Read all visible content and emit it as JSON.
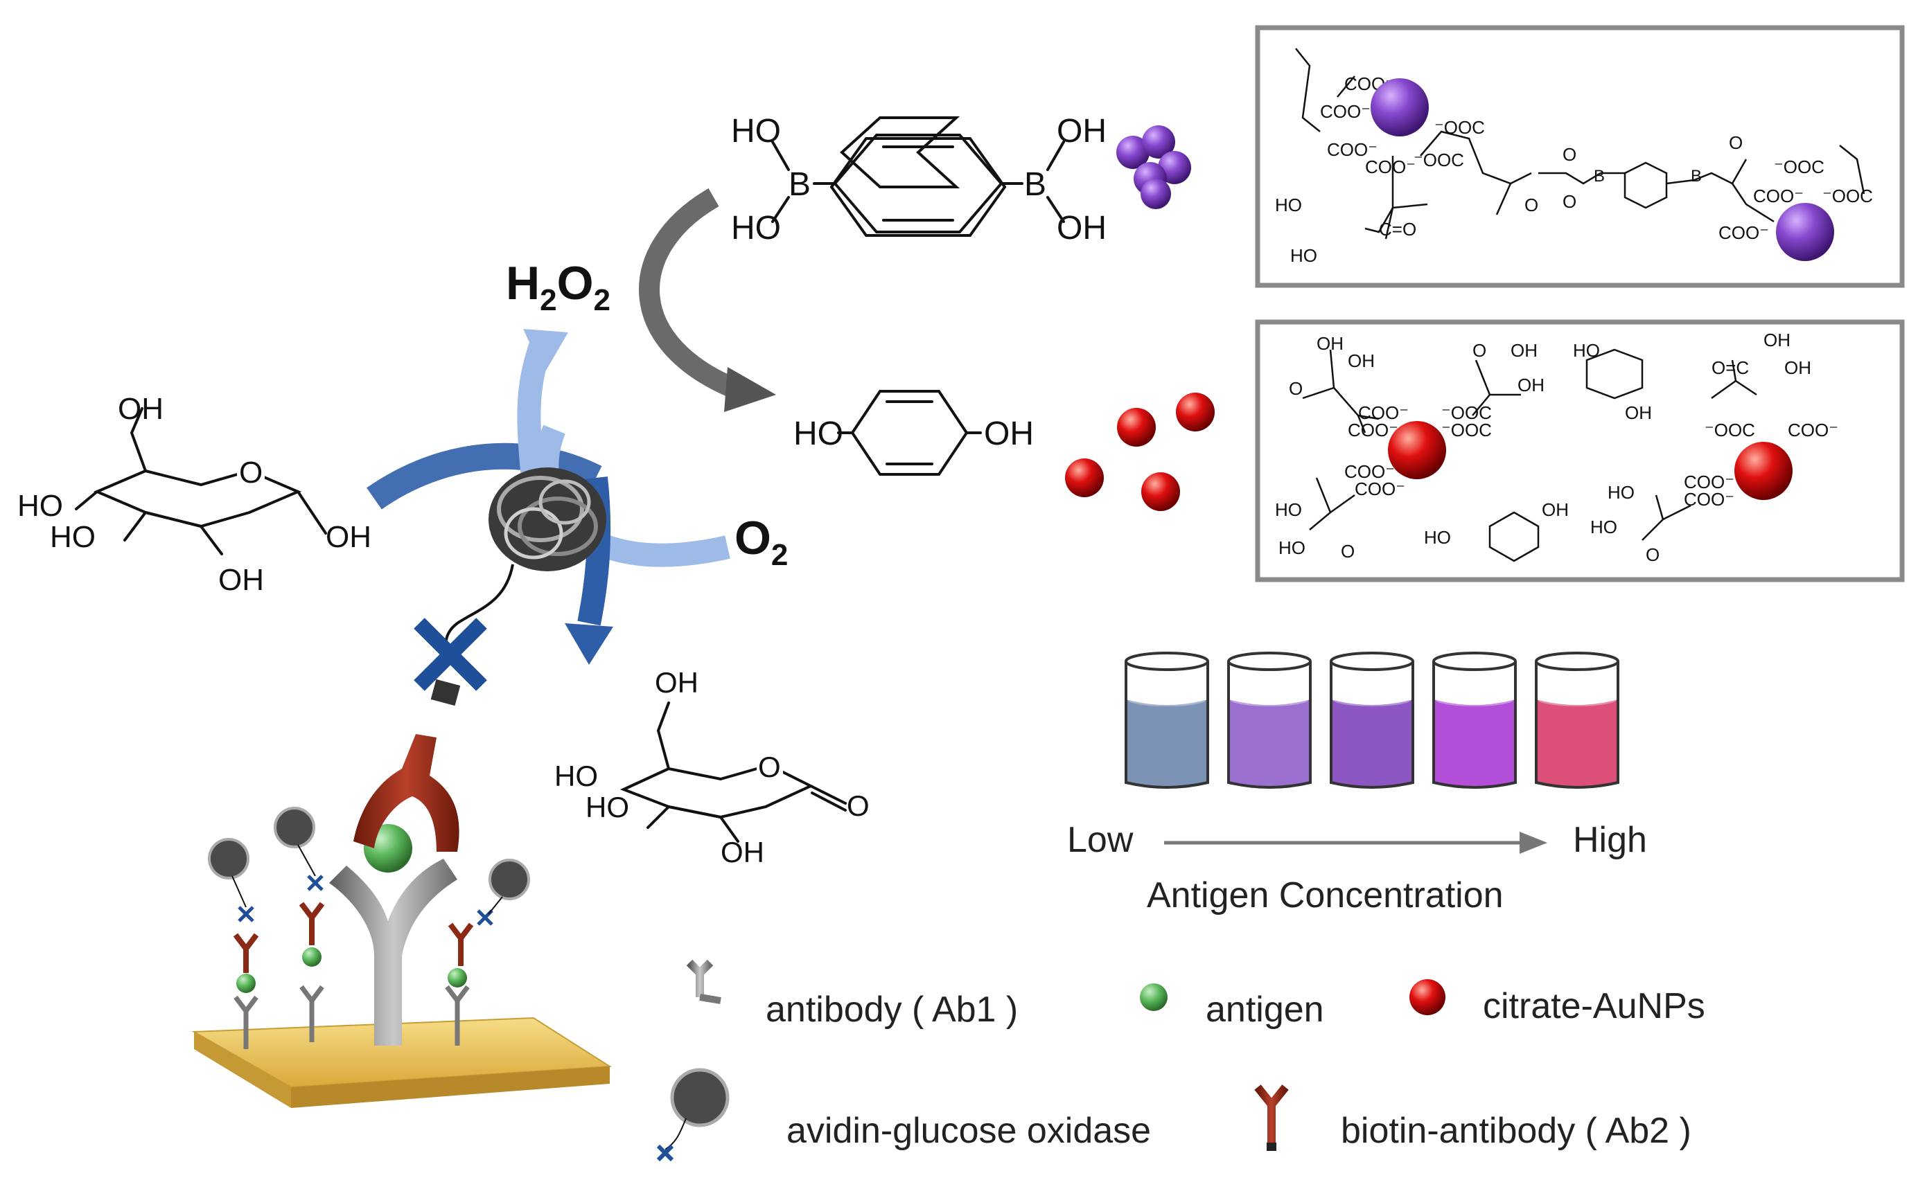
{
  "reagents": {
    "h2o2_main": "H",
    "h2o2_sub1": "2",
    "h2o2_o": "O",
    "h2o2_sub2": "2",
    "o2_main": "O",
    "o2_sub": "2"
  },
  "glucose": {
    "oh_top": "OH",
    "ho_left": "HO",
    "ho_lower": "HO",
    "oh_right": "OH",
    "oh_bottom": "OH",
    "ring_o": "O"
  },
  "gluconolactone": {
    "oh_top": "OH",
    "ho_left": "HO",
    "ho_lower": "HO",
    "oh_bottom": "OH",
    "ring_o": "O",
    "carbonyl_o": "O"
  },
  "boronic_acid": {
    "ho_top_left": "HO",
    "ho_bottom_left": "HO",
    "oh_top_right": "OH",
    "oh_bottom_right": "OH",
    "b_left": "B",
    "b_right": "B"
  },
  "hydroquinone": {
    "ho": "HO",
    "oh": "OH"
  },
  "top_box": {
    "coo1": "COO⁻",
    "coo2": "COO⁻",
    "ooc1": "⁻OOC",
    "ooc2": "⁻OOC",
    "coo3": "COO⁻",
    "coo4": "COO⁻",
    "ho": "HO",
    "coh": "C=O",
    "ho2": "HO",
    "o1": "O",
    "o2": "O",
    "o3": "O",
    "o4": "O",
    "b1": "B",
    "b2": "B",
    "coo5": "COO⁻",
    "ooc3": "⁻OOC",
    "ooc4": "⁻OOC",
    "coo6": "COO⁻"
  },
  "bottom_box": {
    "oh1": "OH",
    "oh2": "OH",
    "o1": "O",
    "coo1": "COO⁻",
    "ooc1": "⁻OOC",
    "oh3": "OH",
    "oh4": "OH",
    "o2": "O",
    "coo2": "COO⁻",
    "ooc2": "⁻OOC",
    "ho_hq1": "HO",
    "oh_hq1": "OH",
    "oh5": "OH",
    "o3": "O=C",
    "oh6": "OH",
    "ooc3": "⁻OOC",
    "coo3": "COO⁻",
    "coo4": "COO⁻",
    "coo5": "COO⁻",
    "ho2": "HO",
    "ho3": "HO",
    "o4": "O",
    "ho_hq2": "HO",
    "oh_hq2": "OH",
    "coo6": "COO⁻",
    "coo7": "COO⁻",
    "ho4": "HO",
    "ho5": "HO",
    "o5": "O"
  },
  "concentration": {
    "low": "Low",
    "high": "High",
    "axis_label": "Antigen Concentration",
    "vial_colors": [
      "#7d93b5",
      "#9a6fcf",
      "#8c57c2",
      "#b34fd8",
      "#dc4f78"
    ]
  },
  "legend": {
    "antibody": "antibody ( Ab1 )",
    "antigen": "antigen",
    "aunps": "citrate-AuNPs",
    "gox": "avidin-glucose oxidase",
    "biotin_ab": "biotin-antibody ( Ab2 )"
  },
  "colors": {
    "purple_np": "#7a3fbf",
    "red_np": "#d40f0f",
    "antigen_green": "#4caf50",
    "ab1_gray": "#8e8e8e",
    "ab2_red": "#9a2a14",
    "arrow_blue": "#2f5ea8",
    "gold_plate": "#e8c24f"
  }
}
